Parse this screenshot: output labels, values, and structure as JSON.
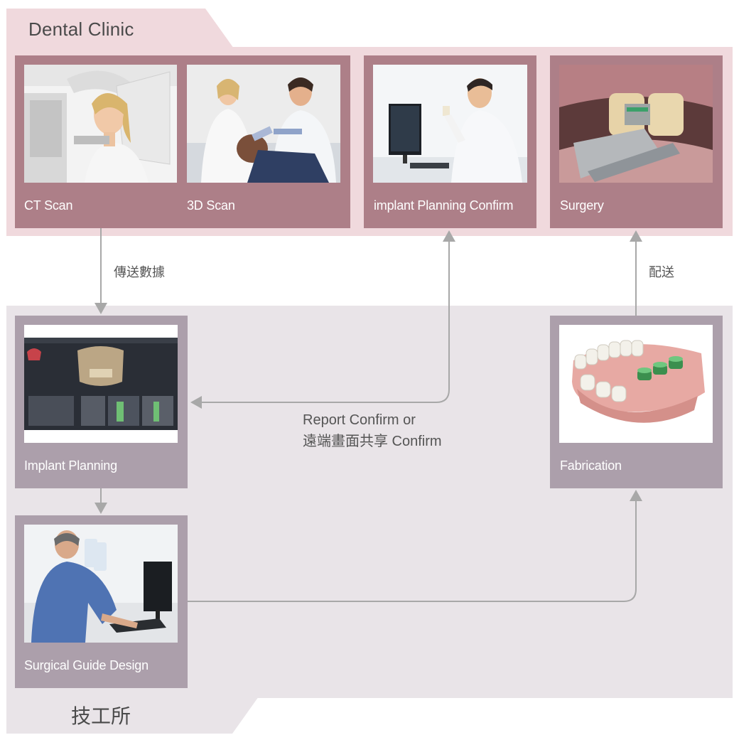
{
  "clinic": {
    "title": "Dental Clinic",
    "cards": {
      "scans": {
        "ct_caption": "CT Scan",
        "scan3d_caption": "3D  Scan"
      },
      "planning_confirm": {
        "caption": "implant Planning Confirm"
      },
      "surgery": {
        "caption": "Surgery"
      }
    }
  },
  "lab": {
    "title": "技工所",
    "cards": {
      "implant_planning": {
        "caption": "Implant Planning"
      },
      "surgical_guide": {
        "caption": "Surgical Guide Design"
      },
      "fabrication": {
        "caption": "Fabrication"
      }
    }
  },
  "flows": {
    "send_data": "傳送數據",
    "deliver": "配送",
    "report_line1": "Report Confirm or",
    "report_line2": "遠端畫面共享 Confirm"
  },
  "colors": {
    "clinic_band": "#f0d9dd",
    "clinic_card": "#ad7f88",
    "lab_band": "#e9e4e8",
    "lab_card": "#ac9fab",
    "arrow": "#a8a8a8"
  }
}
